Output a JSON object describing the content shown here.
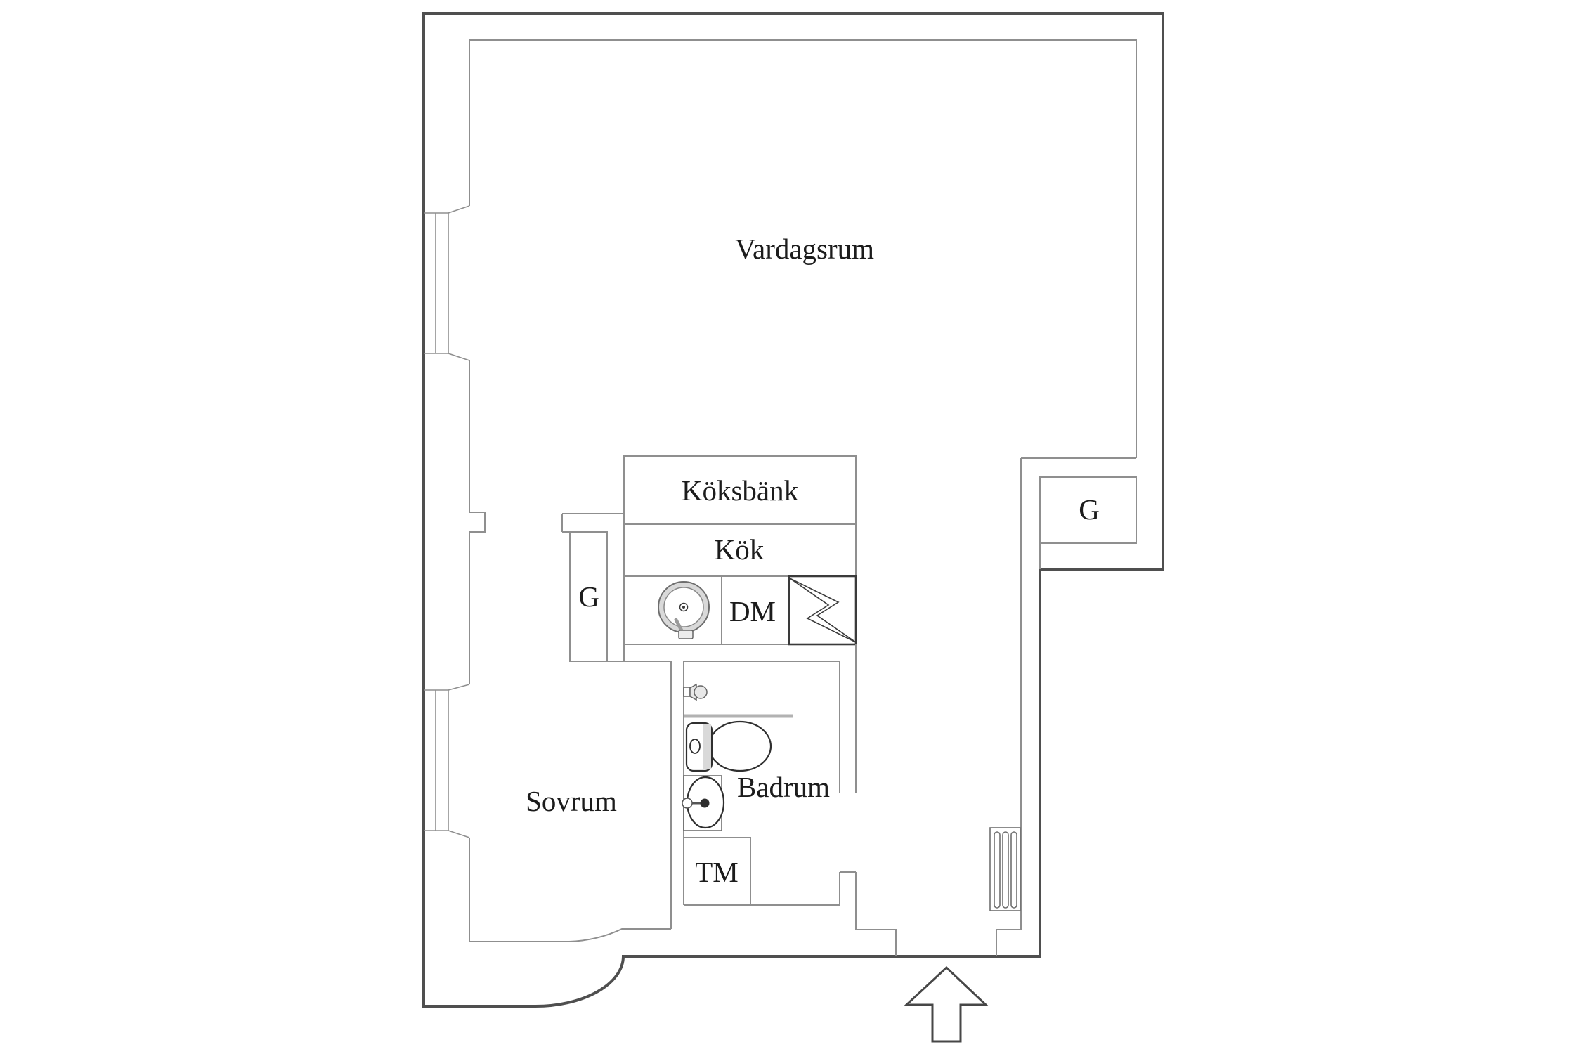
{
  "floorplan": {
    "rooms": {
      "living_room": {
        "label": "Vardagsrum"
      },
      "bedroom": {
        "label": "Sovrum"
      },
      "bathroom": {
        "label": "Badrum"
      },
      "kitchen": {
        "label": "Kök"
      }
    },
    "fixtures": {
      "kitchen_bench": {
        "label": "Köksbänk"
      },
      "dishwasher": {
        "label": "DM"
      },
      "washing_machine": {
        "label": "TM"
      },
      "wardrobe_kitchen": {
        "label": "G"
      },
      "wardrobe_hall": {
        "label": "G"
      }
    },
    "icons": {
      "entrance_arrow": "up-arrow",
      "kitchen_sink": "round-sink-with-faucet",
      "stove": "square-with-lightning-bolt",
      "toilet": "toilet-top-view",
      "washbasin": "oval-basin-with-faucet",
      "radiator": "three-slat-radiator",
      "window": "splayed-wall-window",
      "wall_hook": "wall-hook-knob"
    },
    "colors": {
      "background": "#ffffff",
      "outer_wall": "#4f4f4f",
      "inner_wall": "#8f8f8f",
      "fixture_outline": "#2f2f2f",
      "fixture_fill": "#dadada",
      "text": "#1c1c1c"
    }
  }
}
